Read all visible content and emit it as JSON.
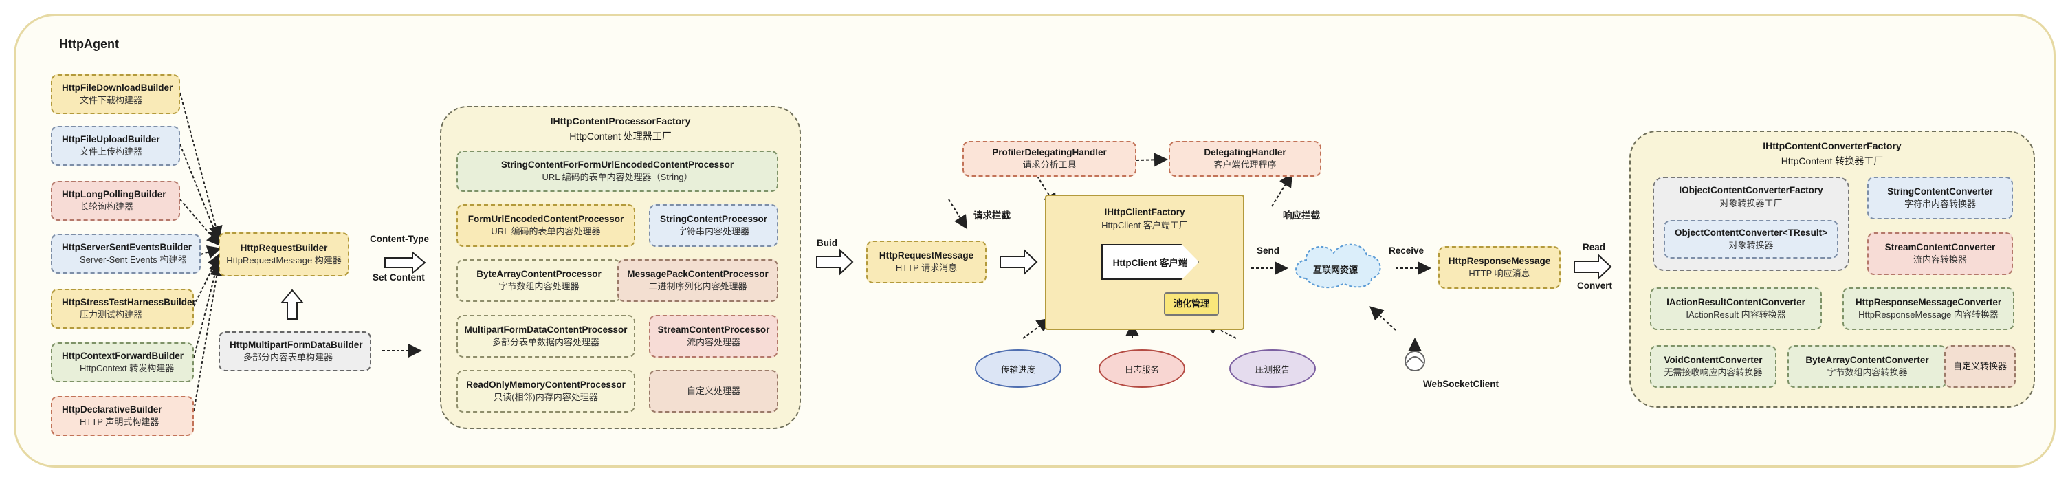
{
  "title": "HttpAgent",
  "builders": [
    {
      "name": "HttpFileDownloadBuilder",
      "desc": "文件下载构建器"
    },
    {
      "name": "HttpFileUploadBuilder",
      "desc": "文件上传构建器"
    },
    {
      "name": "HttpLongPollingBuilder",
      "desc": "长轮询构建器"
    },
    {
      "name": "HttpServerSentEventsBuilder",
      "desc": "Server-Sent Events 构建器"
    },
    {
      "name": "HttpStressTestHarnessBuilder",
      "desc": "压力测试构建器"
    },
    {
      "name": "HttpContextForwardBuilder",
      "desc": "HttpContext 转发构建器"
    },
    {
      "name": "HttpDeclarativeBuilder",
      "desc": "HTTP 声明式构建器"
    }
  ],
  "request_builder": {
    "name": "HttpRequestBuilder",
    "desc": "HttpRequestMessage 构建器"
  },
  "multipart_builder": {
    "name": "HttpMultipartFormDataBuilder",
    "desc": "多部分内容表单构建器"
  },
  "content_type_label": "Content-Type",
  "set_content_label": "Set Content",
  "processor_factory": {
    "title": "IHttpContentProcessorFactory",
    "subtitle": "HttpContent 处理器工厂",
    "top": {
      "name": "StringContentForFormUrlEncodedContentProcessor",
      "desc": "URL 编码的表单内容处理器（String）"
    },
    "items": [
      {
        "name": "FormUrlEncodedContentProcessor",
        "desc": "URL 编码的表单内容处理器"
      },
      {
        "name": "StringContentProcessor",
        "desc": "字符串内容处理器"
      },
      {
        "name": "ByteArrayContentProcessor",
        "desc": "字节数组内容处理器"
      },
      {
        "name": "MessagePackContentProcessor",
        "desc": "二进制序列化内容处理器"
      },
      {
        "name": "MultipartFormDataContentProcessor",
        "desc": "多部分表单数据内容处理器"
      },
      {
        "name": "StreamContentProcessor",
        "desc": "流内容处理器"
      },
      {
        "name": "ReadOnlyMemoryContentProcessor",
        "desc": "只读(相邻)内存内容处理器"
      },
      {
        "name": "",
        "desc": "自定义处理器"
      }
    ]
  },
  "build_label": "Buid",
  "request_message": {
    "name": "HttpRequestMessage",
    "desc": "HTTP 请求消息"
  },
  "profiler_handler": {
    "name": "ProfilerDelegatingHandler",
    "desc": "请求分析工具"
  },
  "delegating_handler": {
    "name": "DelegatingHandler",
    "desc": "客户端代理程序"
  },
  "request_intercept": "请求拦截",
  "response_intercept": "响应拦截",
  "client_factory": {
    "name": "IHttpClientFactory",
    "desc": "HttpClient 客户端工厂",
    "client": "HttpClient 客户端",
    "pool": "池化管理"
  },
  "services": [
    "传输进度",
    "日志服务",
    "压测报告"
  ],
  "send_label": "Send",
  "internet": "互联网资源",
  "receive_label": "Receive",
  "websocket": "WebSocketClient",
  "response_message": {
    "name": "HttpResponseMessage",
    "desc": "HTTP 响应消息"
  },
  "read_label": "Read",
  "convert_label": "Convert",
  "converter_factory": {
    "title": "IHttpContentConverterFactory",
    "subtitle": "HttpContent 转换器工厂",
    "object_factory": {
      "name": "IObjectContentConverterFactory",
      "desc": "对象转换器工厂"
    },
    "object_converter": {
      "name": "ObjectContentConverter<TResult>",
      "desc": "对象转换器"
    },
    "string_converter": {
      "name": "StringContentConverter",
      "desc": "字符串内容转换器"
    },
    "stream_converter": {
      "name": "StreamContentConverter",
      "desc": "流内容转换器"
    },
    "action_converter": {
      "name": "IActionResultContentConverter",
      "desc": "IActionResult 内容转换器"
    },
    "response_converter": {
      "name": "HttpResponseMessageConverter",
      "desc": "HttpResponseMessage 内容转换器"
    },
    "void_converter": {
      "name": "VoidContentConverter",
      "desc": "无需接收响应内容转换器"
    },
    "bytearray_converter": {
      "name": "ByteArrayContentConverter",
      "desc": "字节数组内容转换器"
    },
    "custom_converter": "自定义转换器"
  }
}
